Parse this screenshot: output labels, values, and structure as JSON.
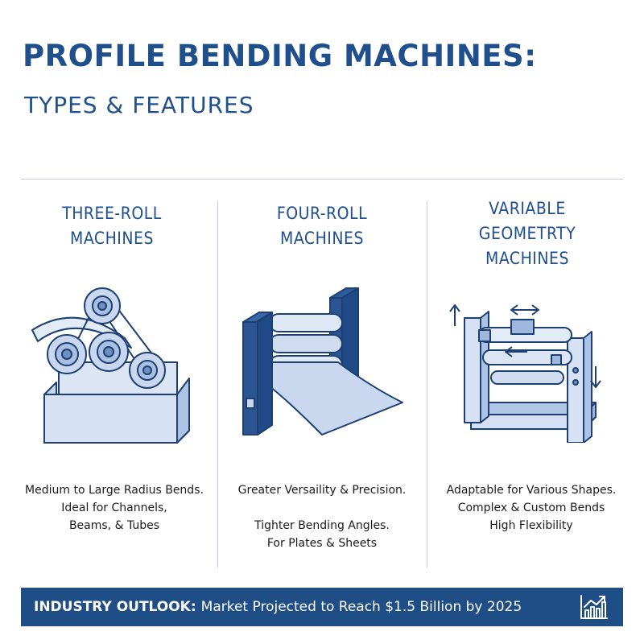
{
  "header": {
    "title": "PROFILE BENDING MACHINES:",
    "subtitle": "TYPES & FEATURES"
  },
  "columns": [
    {
      "title_lines": [
        "THREE-ROLL",
        "MACHINES"
      ],
      "icon": "three-roll-machine-illustration",
      "features": [
        "Medium to Large Radius Bends.",
        "Ideal for Channels,",
        "Beams, & Tubes"
      ]
    },
    {
      "title_lines": [
        "FOUR-ROLL",
        "MACHINES"
      ],
      "icon": "four-roll-machine-illustration",
      "features": [
        "Greater Versaility & Precision.",
        "Tighter Bending Angles.",
        "For Plates & Sheets"
      ]
    },
    {
      "title_lines": [
        "VARIABLE",
        "GEOMETRTY",
        "MACHINES"
      ],
      "icon": "variable-geometry-machine-illustration",
      "features": [
        "Adaptable for Various Shapes.",
        "Complex & Custom Bends",
        "High Flexibility"
      ]
    }
  ],
  "banner": {
    "label": "INDUSTRY OUTLOOK:",
    "text": "Market Projected to Reach $1.5 Billion by 2025",
    "icon": "growth-chart-icon"
  },
  "colors": {
    "primary": "#1f4f8c",
    "banner_bg": "#1f4d86",
    "machine_fill": "#c9d8ee",
    "machine_stroke": "#1d3f73"
  }
}
